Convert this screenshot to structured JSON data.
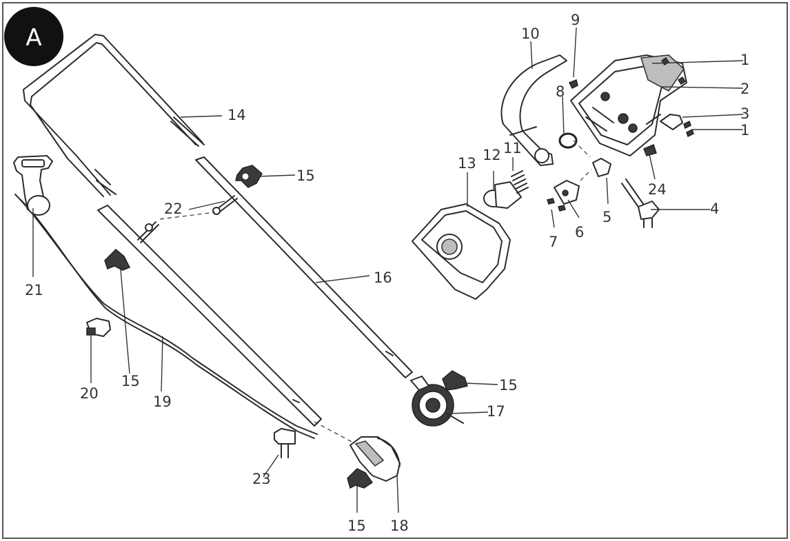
{
  "panel": {
    "badge": "A",
    "border_color": "#555555",
    "badge_color": "#111111"
  },
  "callouts": {
    "n1a": "1",
    "n1b": "1",
    "n2": "2",
    "n3": "3",
    "n4": "4",
    "n5": "5",
    "n6": "6",
    "n7": "7",
    "n8": "8",
    "n9": "9",
    "n10": "10",
    "n11": "11",
    "n12": "12",
    "n13": "13",
    "n14": "14",
    "n15a": "15",
    "n15b": "15",
    "n15c": "15",
    "n15d": "15",
    "n16": "16",
    "n17": "17",
    "n18": "18",
    "n19": "19",
    "n20": "20",
    "n21": "21",
    "n22": "22",
    "n23": "23",
    "n24": "24"
  }
}
